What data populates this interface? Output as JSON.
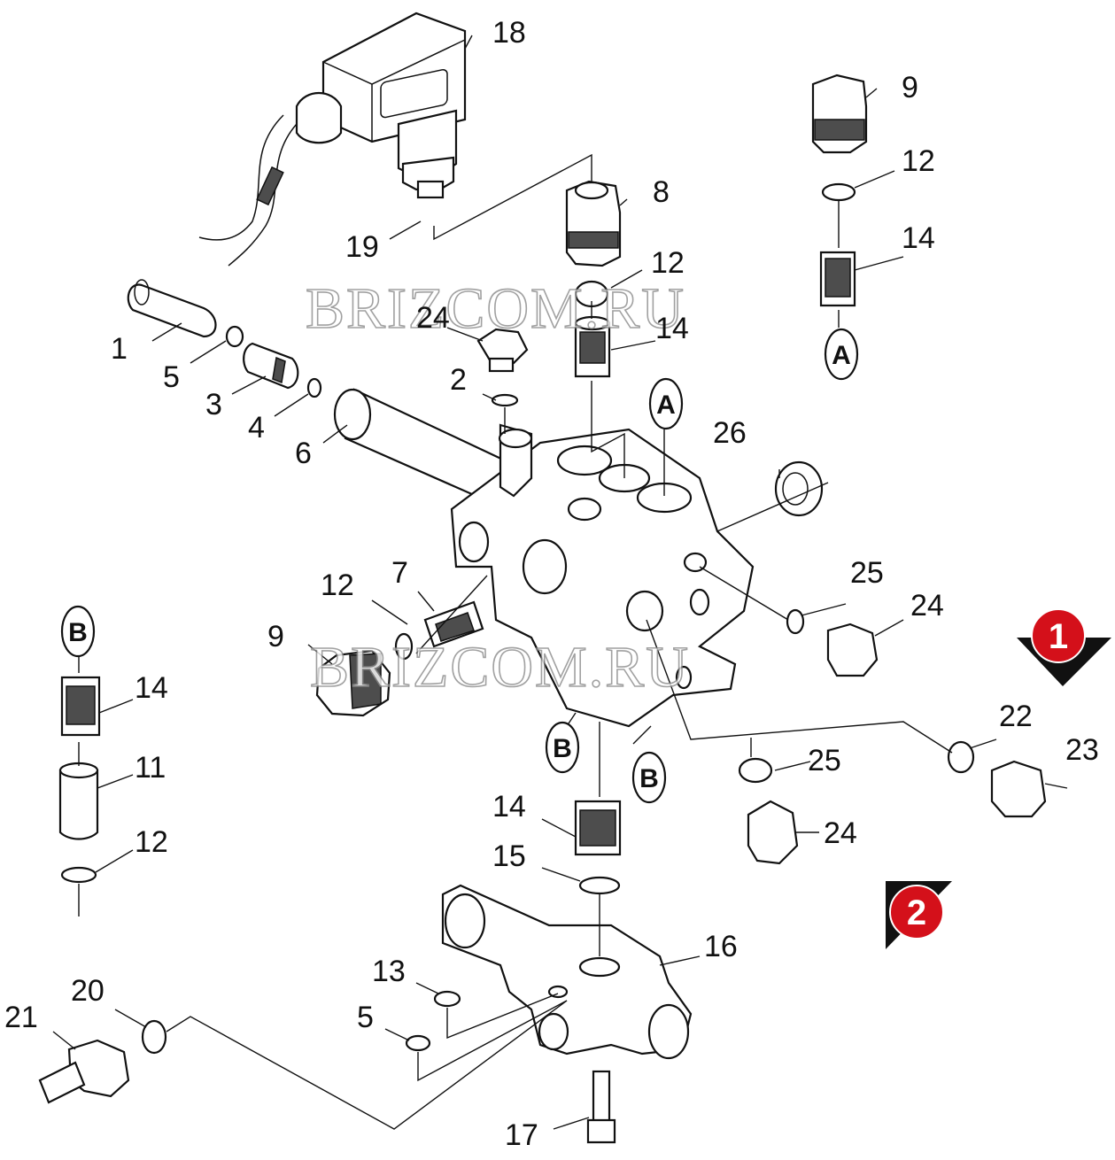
{
  "watermark": "BRIZCOM.RU",
  "callouts": {
    "c1": "1",
    "c2": "2",
    "c3": "3",
    "c4": "4",
    "c5a": "5",
    "c5b": "5",
    "c6": "6",
    "c7": "7",
    "c8": "8",
    "c9a": "9",
    "c9b": "9",
    "c11": "11",
    "c12a": "12",
    "c12b": "12",
    "c12c": "12",
    "c12d": "12",
    "c13": "13",
    "c14a": "14",
    "c14b": "14",
    "c14c": "14",
    "c14d": "14",
    "c15": "15",
    "c16": "16",
    "c17": "17",
    "c18": "18",
    "c19": "19",
    "c20": "20",
    "c21": "21",
    "c22": "22",
    "c23": "23",
    "c24a": "24",
    "c24b": "24",
    "c24c": "24",
    "c25a": "25",
    "c25b": "25",
    "c26": "26"
  },
  "connectors": {
    "a1": "A",
    "a2": "A",
    "b1": "B",
    "b2": "B",
    "b3": "B"
  },
  "markers": {
    "m1": "1",
    "m2": "2",
    "color": "#d4101a"
  }
}
